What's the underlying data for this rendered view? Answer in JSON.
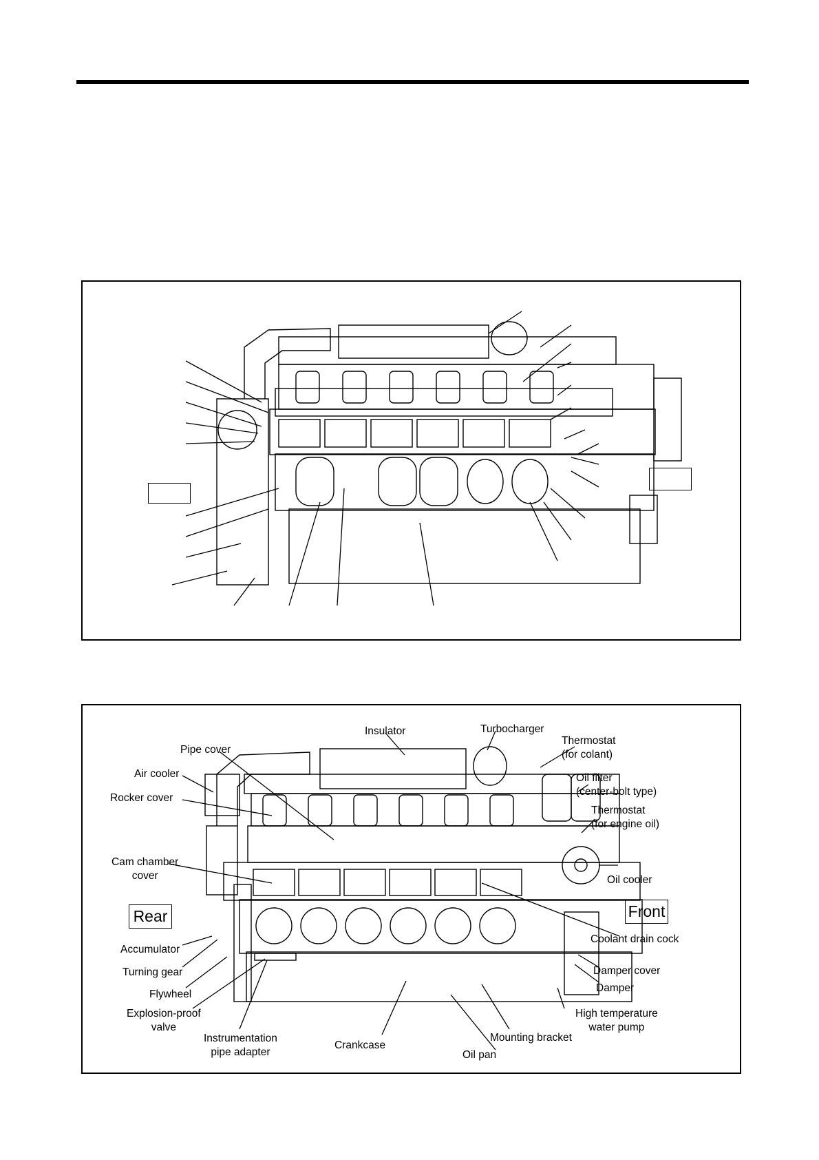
{
  "side_tags": {
    "rear": "Rear",
    "front": "Front"
  },
  "labels": {
    "insulator": "Insulator",
    "turbocharger": "Turbocharger",
    "thermostat_coolant_1": "Thermostat",
    "thermostat_coolant_2": "(for colant)",
    "pipe_cover": "Pipe cover",
    "air_cooler": "Air cooler",
    "oil_filter_1": "Oil filter",
    "oil_filter_2": "(center-bolt type)",
    "rocker_cover": "Rocker cover",
    "thermostat_oil_1": "Thermostat",
    "thermostat_oil_2": "(for engine oil)",
    "cam_chamber_1": "Cam chamber",
    "cam_chamber_2": "cover",
    "oil_cooler": "Oil cooler",
    "coolant_drain_cock": "Coolant drain cock",
    "accumulator": "Accumulator",
    "turning_gear": "Turning gear",
    "damper_cover": "Damper cover",
    "damper": "Damper",
    "flywheel": "Flywheel",
    "explosion_valve_1": "Explosion-proof",
    "explosion_valve_2": "valve",
    "hightemp_pump_1": "High temperature",
    "hightemp_pump_2": "water pump",
    "instr_adapter_1": "Instrumentation",
    "instr_adapter_2": "pipe adapter",
    "mounting_bracket": "Mounting bracket",
    "crankcase": "Crankcase",
    "oil_pan": "Oil pan"
  }
}
